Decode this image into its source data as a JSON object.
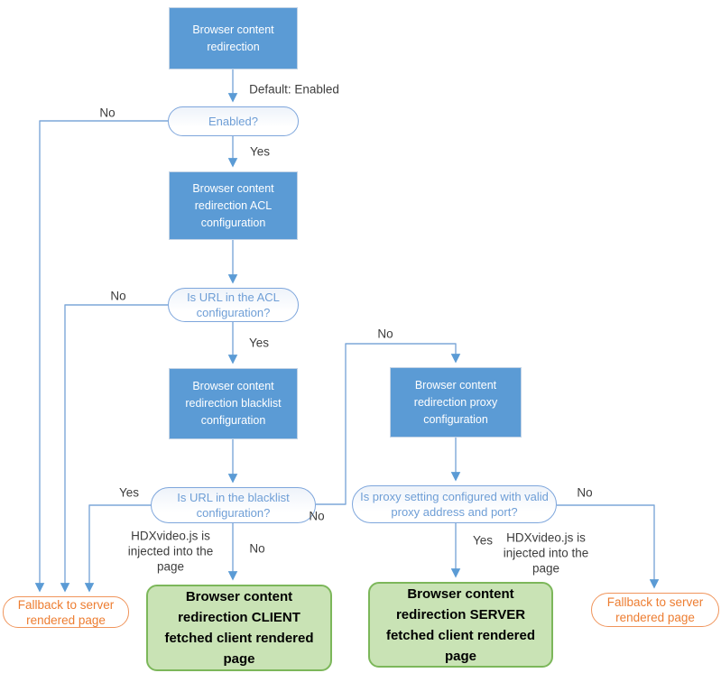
{
  "diagram": {
    "type": "flowchart",
    "topic": "Browser content redirection policy decision flow",
    "colors": {
      "process_fill": "#5b9bd5",
      "process_text": "#ffffff",
      "decision_border": "#7ea6dc",
      "decision_text": "#6e9ed6",
      "terminal_green_fill": "#c9e3b5",
      "terminal_green_border": "#7cb75a",
      "terminal_orange": "#ed7d31",
      "connector": "#7da7d8",
      "connector_arrow": "#5b9bd5"
    },
    "nodes": {
      "start": "Browser content redirection",
      "decision_enabled": "Enabled?",
      "acl_config": "Browser content redirection ACL configuration",
      "decision_acl": "Is URL in the ACL configuration?",
      "blacklist_config": "Browser content redirection blacklist configuration",
      "decision_blacklist": "Is URL in the blacklist configuration?",
      "proxy_config": "Browser content redirection proxy configuration",
      "decision_proxy": "Is proxy setting configured with valid proxy address and port?",
      "client_result": "Browser content redirection CLIENT fetched client rendered page",
      "server_result": "Browser content redirection SERVER fetched client rendered page",
      "fallback_left": "Fallback to server rendered page",
      "fallback_right": "Fallback to server rendered page"
    },
    "edge_labels": {
      "default_state": "Default: Enabled",
      "enabled_no": "No",
      "enabled_yes": "Yes",
      "acl_no": "No",
      "acl_yes": "Yes",
      "blacklist_yes": "Yes",
      "blacklist_no_down": "No",
      "blacklist_no_right": "No",
      "to_proxy_no": "No",
      "hdx_inject_left": "HDXvideo.js is injected into the page",
      "proxy_yes": "Yes",
      "hdx_inject_right": "HDXvideo.js is injected into the page",
      "proxy_no": "No"
    }
  }
}
